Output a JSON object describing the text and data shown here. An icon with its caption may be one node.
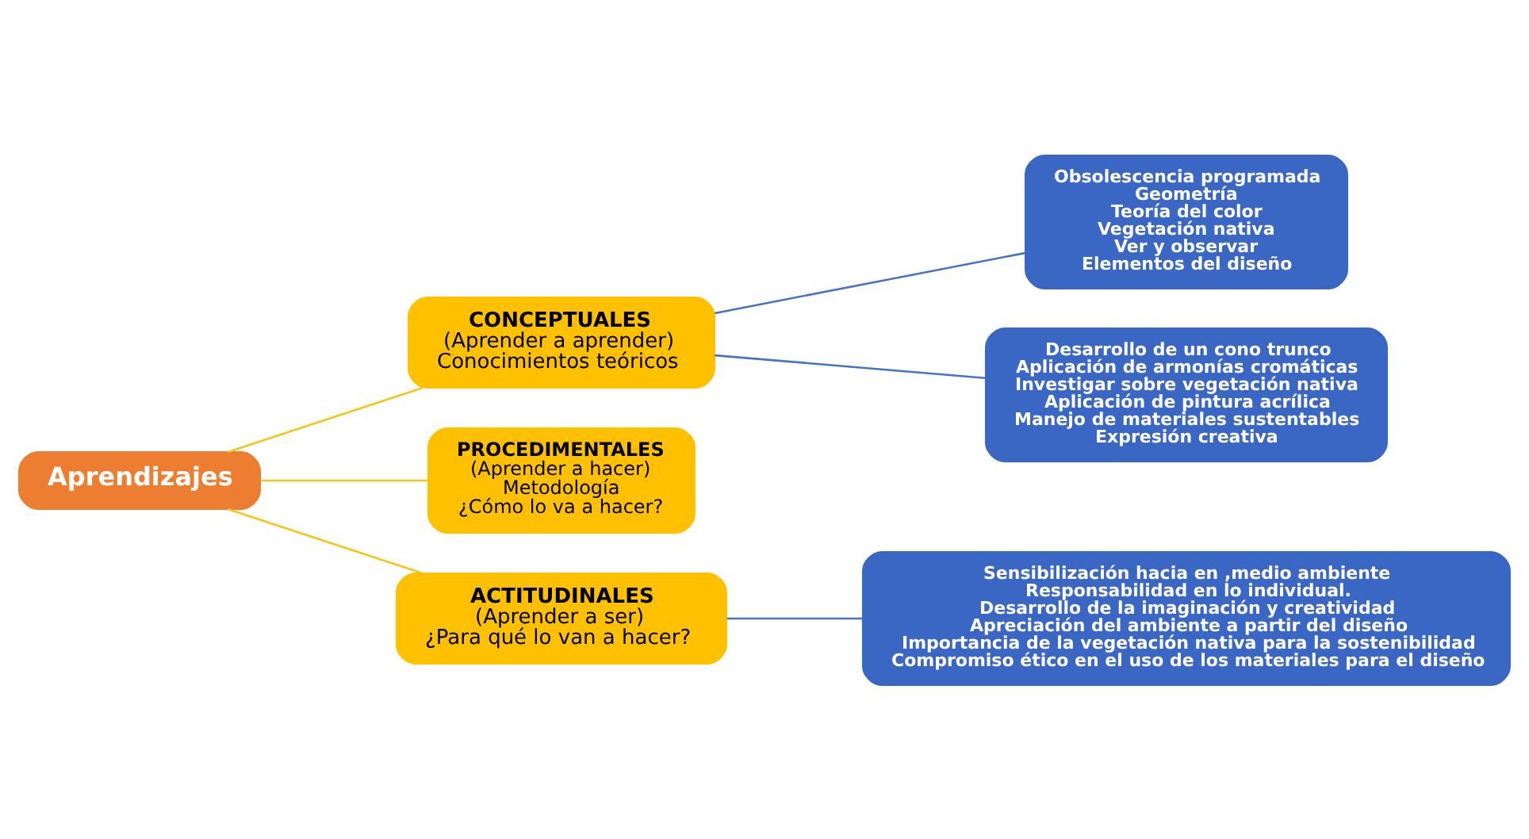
{
  "diagram": {
    "nodes": [
      {
        "text": [
          "Aprendizajes"
        ]
      },
      {
        "text": [
          "CONCEPTUALES",
          "(Aprender a aprender)",
          "Conocimientos teóricos"
        ]
      },
      {
        "text": [
          "PROCEDIMENTALES",
          "(Aprender a hacer)",
          "Metodología",
          "¿Cómo lo va a hacer?"
        ]
      },
      {
        "text": [
          "ACTITUDINALES",
          "(Aprender a ser)",
          "¿Para qué lo van a hacer?"
        ]
      },
      {
        "text": [
          "Obsolescencia programada",
          "Geometría",
          "Teoría del color",
          "Vegetación nativa",
          "Ver y observar",
          "Elementos del diseño"
        ]
      },
      {
        "text": [
          "Desarrollo de un cono trunco",
          "Aplicación de armonías cromáticas",
          "Investigar sobre vegetación nativa",
          "Aplicación de pintura acrílica",
          "Manejo de materiales sustentables",
          "Expresión creativa"
        ]
      },
      {
        "text": [
          "Sensibilización hacia en ,medio ambiente",
          "Responsabilidad en lo individual.",
          "Desarrollo de la imaginación y creatividad",
          "Apreciación del ambiente a partir del diseño",
          "Importancia de la vegetación nativa para la sostenibilidad",
          "Compromiso ético en el uso de los materiales para el diseño"
        ]
      }
    ],
    "edges": [
      {
        "from": 0,
        "to": 1,
        "arrow": "none",
        "color": "#f5c518"
      },
      {
        "from": 0,
        "to": 2,
        "arrow": "none",
        "color": "#f5c518"
      },
      {
        "from": 0,
        "to": 3,
        "arrow": "none",
        "color": "#f5c518"
      },
      {
        "from": 1,
        "to": 4,
        "arrow": "none",
        "color": "#4a72c4"
      },
      {
        "from": 1,
        "to": 5,
        "arrow": "none",
        "color": "#4a72c4"
      },
      {
        "from": 3,
        "to": 6,
        "arrow": "none",
        "color": "#4a72c4"
      }
    ]
  }
}
